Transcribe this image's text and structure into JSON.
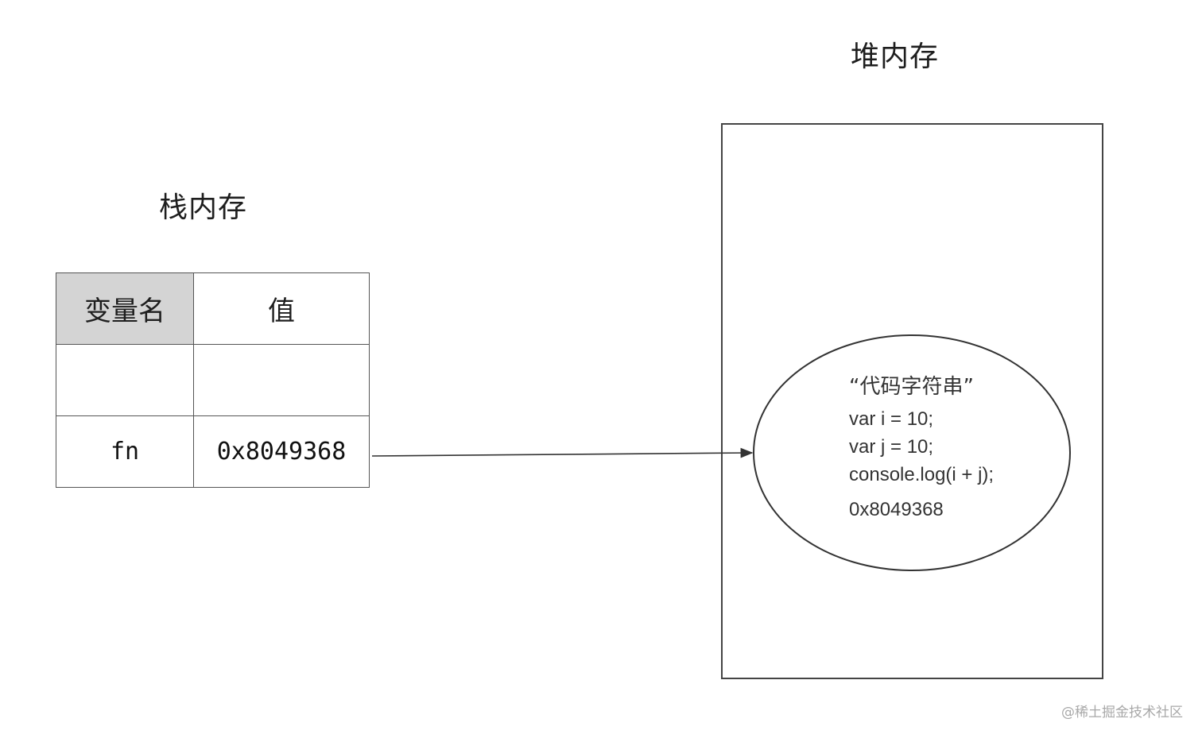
{
  "stack": {
    "title": "栈内存",
    "headers": {
      "name": "变量名",
      "value": "值"
    },
    "rows": [
      {
        "name": "",
        "value": ""
      },
      {
        "name": "fn",
        "value": "0x8049368"
      }
    ]
  },
  "heap": {
    "title": "堆内存",
    "object": {
      "caption": "“代码字符串”",
      "code": [
        "var i = 10;",
        "var j = 10;",
        "console.log(i + j);"
      ],
      "address": "0x8049368"
    }
  },
  "watermark": "@稀土掘金技术社区"
}
